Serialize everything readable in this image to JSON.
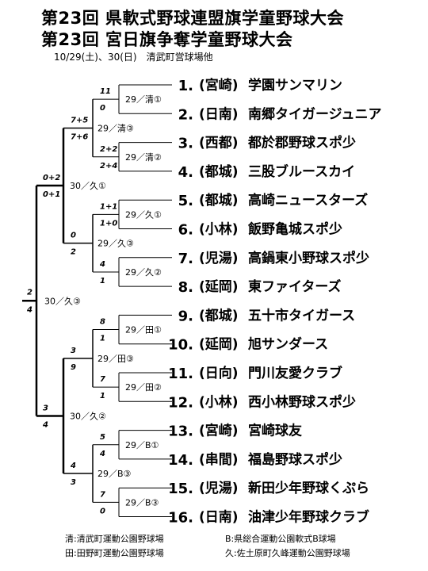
{
  "header": {
    "title1": "第23回 県軟式野球連盟旗学童野球大会",
    "title2": "第23回 宮日旗争奪学童野球大会",
    "subtitle": "10/29(土)、30(日)　清武町営球場他"
  },
  "teams": [
    {
      "seed": "1.",
      "pref": "(宮崎)",
      "name": "学園サンマリン"
    },
    {
      "seed": "2.",
      "pref": "(日南)",
      "name": "南郷タイガージュニア"
    },
    {
      "seed": "3.",
      "pref": "(西都)",
      "name": "都於郡野球スポ少"
    },
    {
      "seed": "4.",
      "pref": "(都城)",
      "name": "三股ブルースカイ"
    },
    {
      "seed": "5.",
      "pref": "(都城)",
      "name": "高崎ニュースターズ"
    },
    {
      "seed": "6.",
      "pref": "(小林)",
      "name": "飯野亀城スポ少"
    },
    {
      "seed": "7.",
      "pref": "(児湯)",
      "name": "高鍋東小野球スポ少"
    },
    {
      "seed": "8.",
      "pref": "(延岡)",
      "name": "東ファイターズ"
    },
    {
      "seed": "9.",
      "pref": "(都城)",
      "name": "五十市タイガース"
    },
    {
      "seed": "10.",
      "pref": "(延岡)",
      "name": "旭サンダース"
    },
    {
      "seed": "11.",
      "pref": "(日向)",
      "name": "門川友愛クラブ"
    },
    {
      "seed": "12.",
      "pref": "(小林)",
      "name": "西小林野球スポ少"
    },
    {
      "seed": "13.",
      "pref": "(宮崎)",
      "name": "宮崎球友"
    },
    {
      "seed": "14.",
      "pref": "(串間)",
      "name": "福島野球スポ少"
    },
    {
      "seed": "15.",
      "pref": "(児湯)",
      "name": "新田少年野球くぷら"
    },
    {
      "seed": "16.",
      "pref": "(日南)",
      "name": "油津少年野球クラブ"
    }
  ],
  "round1": [
    {
      "venue": "29／清①",
      "top": "11",
      "bottom": "0"
    },
    {
      "venue": "29／清②",
      "top": "2+2",
      "bottom": "2+4"
    },
    {
      "venue": "29／久①",
      "top": "1+1",
      "bottom": "1+0"
    },
    {
      "venue": "29／久②",
      "top": "4",
      "bottom": "1"
    },
    {
      "venue": "29／田①",
      "top": "8",
      "bottom": "1"
    },
    {
      "venue": "29／田②",
      "top": "7",
      "bottom": "1"
    },
    {
      "venue": "29／B①",
      "top": "5",
      "bottom": "4"
    },
    {
      "venue": "29／B③",
      "top": "7",
      "bottom": "0"
    }
  ],
  "round2": [
    {
      "venue": "29／清③",
      "top": "7+5",
      "bottom": "7+6"
    },
    {
      "venue": "29／久③",
      "top": "0",
      "bottom": "2"
    },
    {
      "venue": "29／田③",
      "top": "3",
      "bottom": "9"
    },
    {
      "venue": "29／B③",
      "top": "4",
      "bottom": "3"
    }
  ],
  "semis": [
    {
      "venue": "30／久①",
      "top": "0+2",
      "bottom": "0+1"
    },
    {
      "venue": "30／久②",
      "top": "3",
      "bottom": "4"
    }
  ],
  "final": {
    "venue": "30／久③",
    "top": "2",
    "bottom": "4"
  },
  "legend": {
    "kiyo": "清:清武町運動公園野球場",
    "b": "B:県総合運動公園軟式B球場",
    "ta": "田:田野町運動公園野球場",
    "ku": "久:佐土原町久峰運動公園野球場"
  }
}
